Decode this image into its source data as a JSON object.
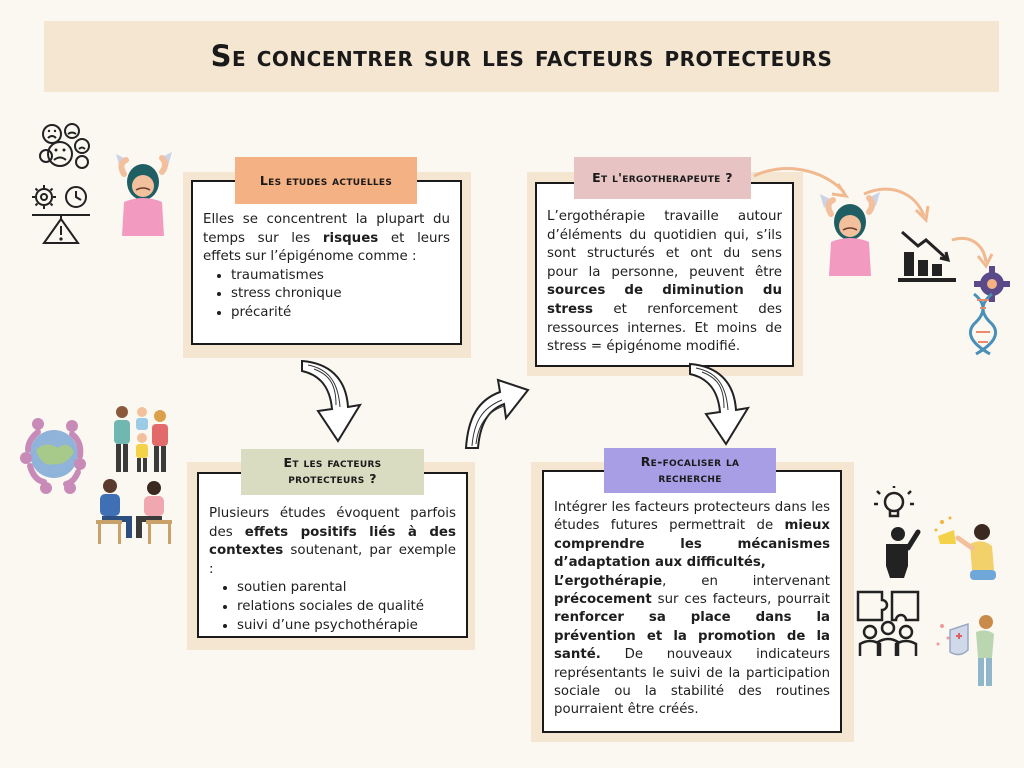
{
  "title": "Se concentrer sur les facteurs protecteurs",
  "box1": {
    "tag": "Les etudes actuelles",
    "tag_color": "#f4b183",
    "text_a": "Elles se concentrent la plupart du temps sur les ",
    "text_b": "risques",
    "text_c": " et leurs effets sur l’épigénome comme :",
    "items": [
      "traumatismes",
      "stress chronique",
      "précarité"
    ]
  },
  "box2": {
    "tag": "Et l'ergotherapeute ?",
    "tag_color": "#e7c3c3",
    "text_a": "L’ergothérapie travaille autour d’éléments du quotidien qui, s’ils sont structurés et ont du sens pour la personne, peuvent être ",
    "text_b": "sources de diminution du stress",
    "text_c": " et renforcement des ressources internes. Et moins de stress = épigénome modifié."
  },
  "box3": {
    "tag": "Et les facteurs protecteurs ?",
    "tag_color": "#d9dcc0",
    "text_a": "Plusieurs études évoquent parfois des ",
    "text_b": "effets positifs liés à des contextes",
    "text_c": " soutenant, par exemple :",
    "items": [
      "soutien parental",
      "relations sociales de qualité",
      "suivi d’une psychothérapie"
    ]
  },
  "box4": {
    "tag": "Re-focaliser la recherche",
    "tag_color": "#a79ee6",
    "t1": "Intégrer les facteurs protecteurs dans les études futures permettrait de ",
    "t2": "mieux comprendre les mécanismes d’adaptation aux difficultés,",
    "t3": "L’ergothérapie",
    "t4": ", en intervenant ",
    "t5": "précocement",
    "t6": " sur ces facteurs, pourrait ",
    "t7": "renforcer sa place dans la prévention et la promotion de la santé.",
    "t8": " De nouveaux indicateurs représentants le suivi de la participation sociale ou la stabilité des routines pourraient être créés."
  },
  "colors": {
    "background": "#fbf8f2",
    "panel": "#f5e6d2",
    "orange_arrow": "#f0b990",
    "skin": "#f2c09c",
    "hair": "#1f5f64",
    "shirt": "#f29ac0"
  },
  "icons": [
    "sad-faces-icon",
    "gears-balance-warning-icon",
    "stressed-woman-icon",
    "group-circle-icon",
    "family-icon",
    "therapy-session-icon",
    "curved-arrow-down-icon",
    "curved-arrow-up-icon",
    "declining-chart-icon",
    "gear-icon",
    "dna-icon",
    "lightbulb-person-icon",
    "puzzle-team-icon",
    "megaphone-woman-icon",
    "shield-woman-icon"
  ]
}
